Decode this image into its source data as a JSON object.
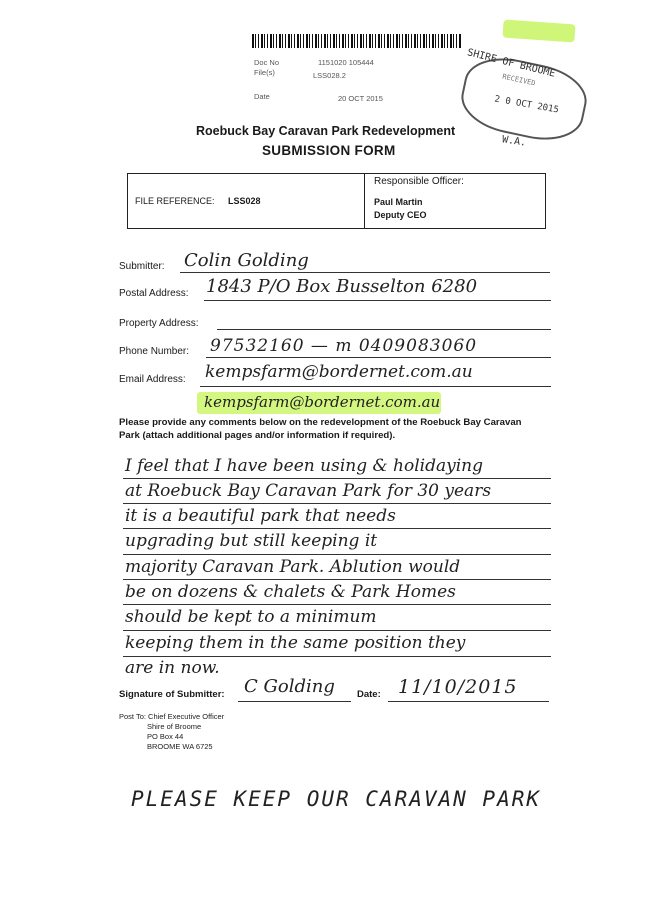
{
  "header": {
    "doc_no_label": "Doc No",
    "doc_no_value": "1151020 105444",
    "file_label": "File(s)",
    "file_value": "LSS028.2",
    "date_label": "Date",
    "date_value": "20 OCT 2015"
  },
  "stamp": {
    "top": "SHIRE OF BROOME",
    "middle": "RECEIVED",
    "date": "2 0 OCT 2015",
    "bottom": "W.A."
  },
  "title": {
    "line1": "Roebuck Bay Caravan Park Redevelopment",
    "line2": "SUBMISSION FORM"
  },
  "reference": {
    "file_ref_label": "FILE REFERENCE:",
    "file_ref_value": "LSS028",
    "officer_label": "Responsible Officer:",
    "officer_name": "Paul Martin",
    "officer_title": "Deputy CEO"
  },
  "fields": {
    "submitter_label": "Submitter:",
    "submitter_value": "Colin Golding",
    "postal_label": "Postal Address:",
    "postal_value": "1843 P/O Box Busselton 6280",
    "property_label": "Property Address:",
    "property_value": "",
    "phone_label": "Phone Number:",
    "phone_value": "97532160 — m 0409083060",
    "email_label": "Email Address:",
    "email_value": "kempsfarm@bordernet.com.au",
    "email_value_2": "kempsfarm@bordernet.com.au"
  },
  "instructions": "Please provide any comments below on the redevelopment of the Roebuck Bay Caravan Park (attach additional pages and/or information if required).",
  "comments": [
    "I feel that I have been using & holidaying",
    "at Roebuck Bay Caravan Park for 30 years",
    "it is a beautiful park that needs",
    "upgrading but still keeping it",
    "majority Caravan Park. Ablution would",
    "be on dozens & chalets & Park Homes",
    "should be kept to a minimum",
    "keeping them in the same position they",
    "are in now."
  ],
  "signature": {
    "label": "Signature of Submitter:",
    "value": "C Golding",
    "date_label": "Date:",
    "date_value": "11/10/2015"
  },
  "post_to": {
    "line1": "Post To: Chief Executive Officer",
    "line2": "Shire of Broome",
    "line3": "PO Box 44",
    "line4": "BROOME WA 6725"
  },
  "footer_note": "PLEASE KEEP OUR CARAVAN PARK",
  "colors": {
    "highlighter": "#c8f562",
    "ink": "#222222"
  }
}
